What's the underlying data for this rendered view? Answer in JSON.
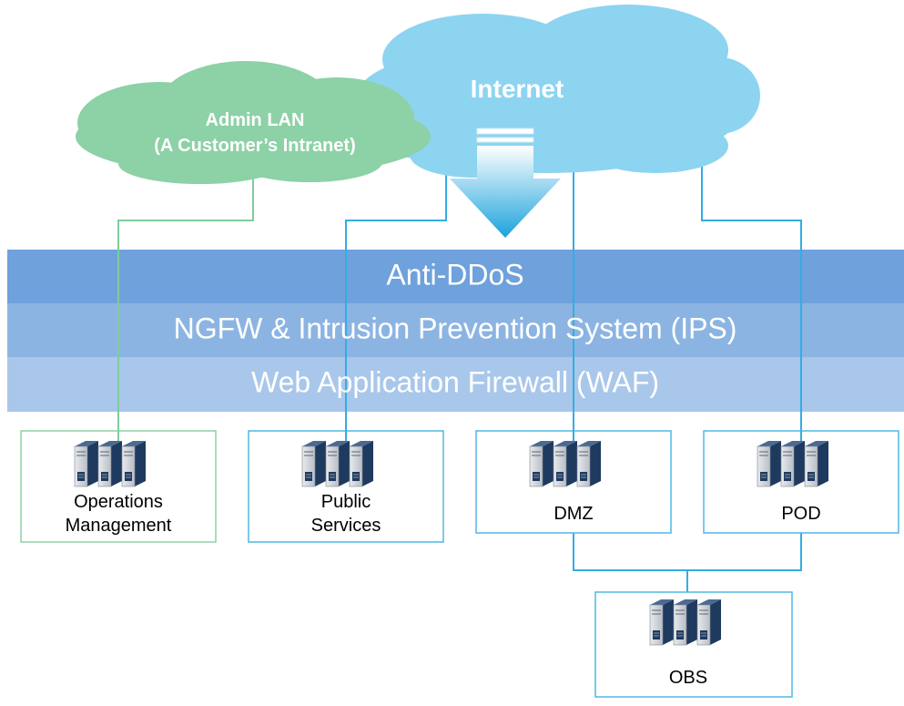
{
  "clouds": {
    "internet": {
      "label": "Internet",
      "color": "#8dd4f1"
    },
    "admin_lan": {
      "line1": "Admin LAN",
      "line2": "(A Customer’s Intranet)",
      "color": "#8dd1a6"
    }
  },
  "security_layers": [
    {
      "label": "Anti-DDoS",
      "color": "#6fa1dc"
    },
    {
      "label": "NGFW & Intrusion Prevention System (IPS)",
      "color": "#8cb4e2"
    },
    {
      "label": "Web Application Firewall (WAF)",
      "color": "#a9c7ea"
    }
  ],
  "zones": {
    "ops": {
      "line1": "Operations",
      "line2": "Management",
      "border": "#8dd1a6"
    },
    "public": {
      "line1": "Public",
      "line2": "Services",
      "border": "#4fb9e6"
    },
    "dmz": {
      "line1": "DMZ",
      "border": "#4fb9e6"
    },
    "pod": {
      "line1": "POD",
      "border": "#4fb9e6"
    },
    "obs": {
      "line1": "OBS",
      "border": "#4fb9e6"
    }
  },
  "colors": {
    "internet_link": "#33ade3",
    "admin_link": "#7fcc9b",
    "arrow_top": "#ffffff",
    "arrow_bottom": "#1ba2dc",
    "server_dark": "#1f3a5f",
    "server_light": "#c9ccd1"
  },
  "icons": [
    "server-stack-icon",
    "cloud-icon",
    "down-arrow-icon"
  ]
}
